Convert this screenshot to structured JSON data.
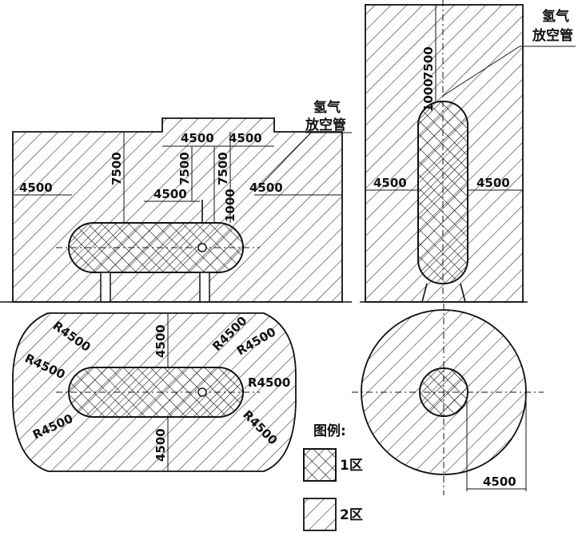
{
  "labels": {
    "vent_top_right": [
      "氢气",
      "放空管"
    ],
    "vent_front": [
      "氢气",
      "放空管"
    ],
    "legend_title": "图例:",
    "zone1": "1区",
    "zone2": "2区"
  },
  "dims": {
    "front_left": "4500",
    "front_right": "4500",
    "front_top_a": "4500",
    "front_top_b": "4500",
    "front_inner": "4500",
    "front_h1": "7500",
    "front_h2": "7500",
    "front_h3": "7500",
    "front_h4": "1000",
    "side_left": "4500",
    "side_right": "4500",
    "side_h1": "7500",
    "side_h2": "1000",
    "plan_r1": "R4500",
    "plan_r2": "R4500",
    "plan_r3": "R4500",
    "plan_r4": "R4500",
    "plan_r5": "R4500",
    "plan_r6": "R4500",
    "plan_top": "4500",
    "plan_bottom": "4500",
    "circle_r": "4500"
  }
}
